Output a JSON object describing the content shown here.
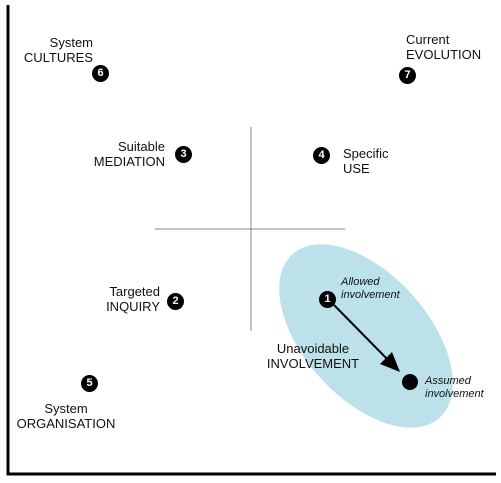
{
  "quadrants": {
    "cultures": {
      "number": "6",
      "line1": "System",
      "line2": "CULTURES"
    },
    "evolution": {
      "number": "7",
      "line1": "Current",
      "line2": "EVOLUTION"
    },
    "mediation": {
      "number": "3",
      "line1": "Suitable",
      "line2": "MEDIATION"
    },
    "use": {
      "number": "4",
      "line1": "Specific",
      "line2": "USE"
    },
    "inquiry": {
      "number": "2",
      "line1": "Targeted",
      "line2": "INQUIRY"
    },
    "involvement": {
      "number": "1",
      "line1": "Unavoidable",
      "line2": "INVOLVEMENT"
    },
    "organisation": {
      "number": "5",
      "line1": "System",
      "line2": "ORGANISATION"
    }
  },
  "callouts": {
    "allowed": {
      "line1": "Allowed",
      "line2": "involvement"
    },
    "assumed": {
      "line1": "Assumed",
      "line2": "involvement"
    }
  },
  "colors": {
    "ellipse": "#bde1ea",
    "ink": "#000000"
  }
}
